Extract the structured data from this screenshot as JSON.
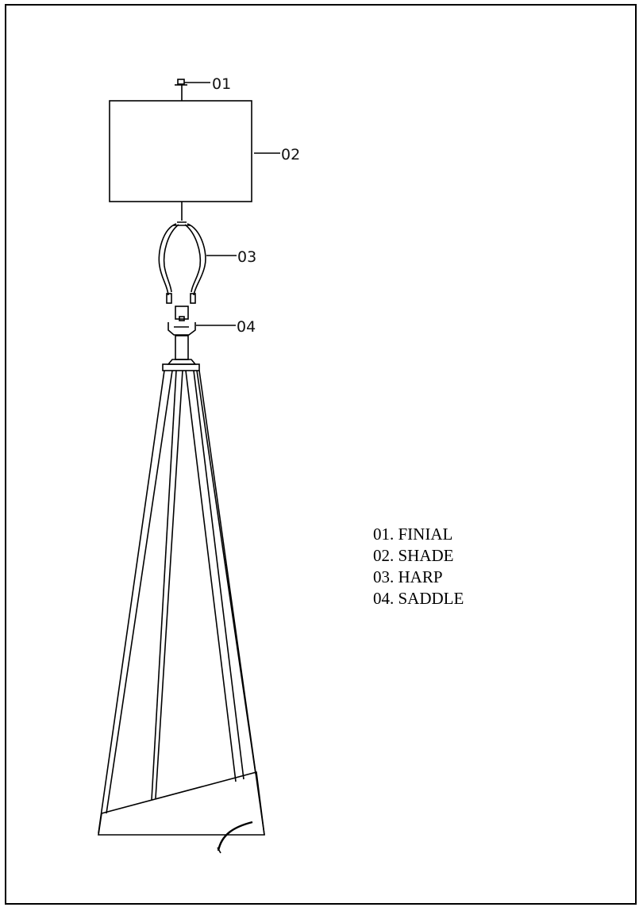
{
  "callouts": {
    "c01": "01",
    "c02": "02",
    "c03": "03",
    "c04": "04"
  },
  "legend": [
    "01. FINIAL",
    "02. SHADE",
    "03. HARP",
    "04. SADDLE"
  ],
  "colors": {
    "line": "#000000",
    "background": "#ffffff"
  }
}
